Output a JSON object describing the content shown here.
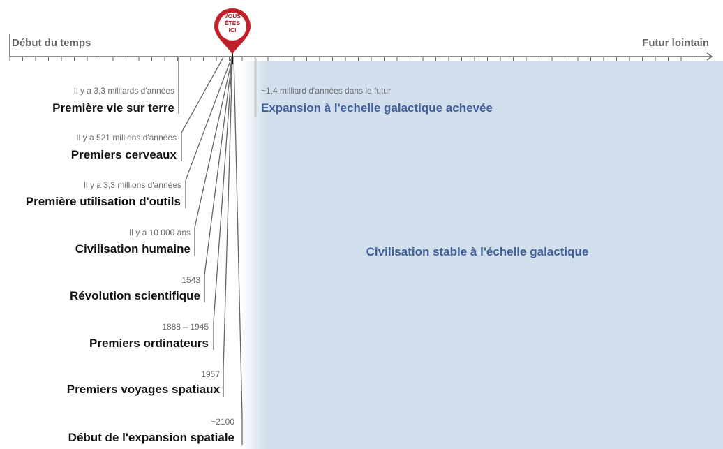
{
  "axis": {
    "start_label": "Début du temps",
    "end_label": "Futur lointain"
  },
  "marker": {
    "lines": [
      "VOUS",
      "ÊTES",
      "ICI"
    ],
    "color": "#c0202a"
  },
  "events": [
    {
      "date": "Il y a 3,3 milliards d'années",
      "title": "Première vie sur terre"
    },
    {
      "date": "Il y a 521 millions d'années",
      "title": "Premiers cerveaux"
    },
    {
      "date": "Il y a 3,3 millions d'années",
      "title": "Première utilisation d'outils"
    },
    {
      "date": "Il y a 10 000 ans",
      "title": "Civilisation humaine"
    },
    {
      "date": "1543",
      "title": "Révolution scientifique"
    },
    {
      "date": "1888 – 1945",
      "title": "Premiers ordinateurs"
    },
    {
      "date": "1957",
      "title": "Premiers voyages spatiaux"
    },
    {
      "date": "~2100",
      "title": "Début de l'expansion spatiale"
    }
  ],
  "future_event": {
    "date": "~1,4 milliard d'années dans le futur",
    "title": "Expansion à l'echelle galactique achevée"
  },
  "region": {
    "label": "Civilisation stable à l'échelle galactique",
    "color": "#d2dfed"
  },
  "colors": {
    "axis": "#666666",
    "event_title": "#111111",
    "future_title": "#3f5e9a"
  }
}
